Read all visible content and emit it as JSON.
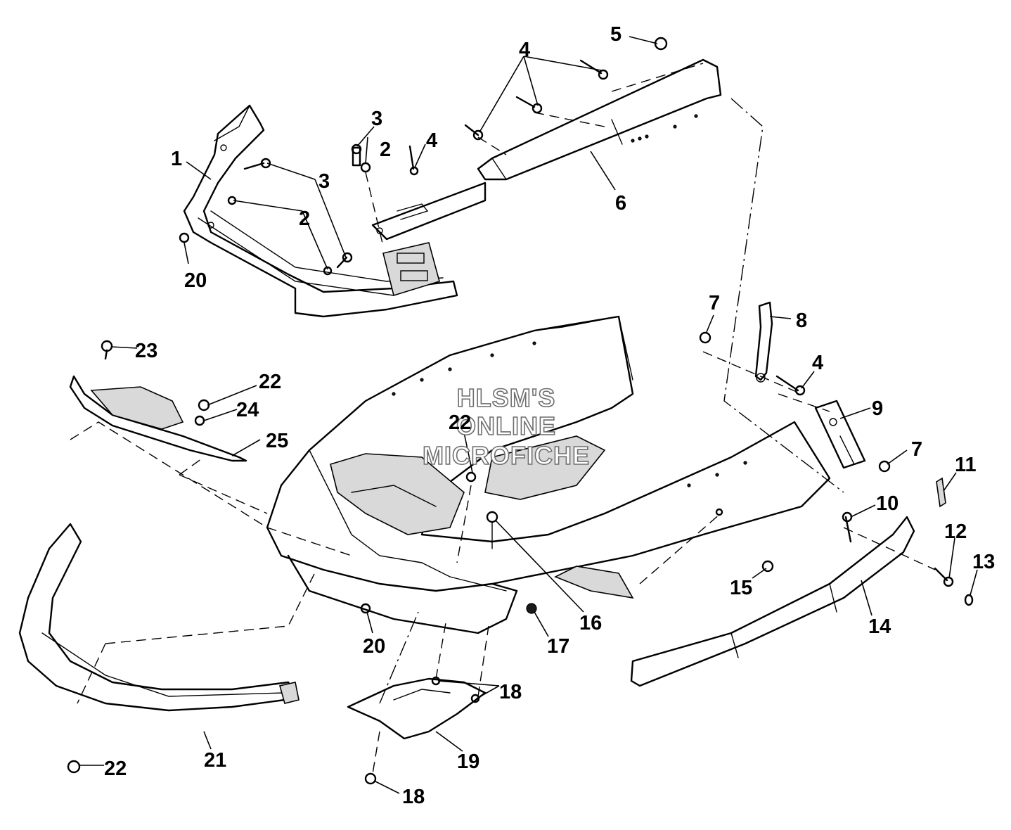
{
  "watermark": {
    "line1": "HLSM'S",
    "line2": "ONLINE",
    "line3": "MICROFICHE"
  },
  "callouts": [
    {
      "id": "c1",
      "label": "1"
    },
    {
      "id": "c2a",
      "label": "2"
    },
    {
      "id": "c2b",
      "label": "2"
    },
    {
      "id": "c3a",
      "label": "3"
    },
    {
      "id": "c3b",
      "label": "3"
    },
    {
      "id": "c4a",
      "label": "4"
    },
    {
      "id": "c4b",
      "label": "4"
    },
    {
      "id": "c4c",
      "label": "4"
    },
    {
      "id": "c5",
      "label": "5"
    },
    {
      "id": "c6",
      "label": "6"
    },
    {
      "id": "c7a",
      "label": "7"
    },
    {
      "id": "c7b",
      "label": "7"
    },
    {
      "id": "c8",
      "label": "8"
    },
    {
      "id": "c9",
      "label": "9"
    },
    {
      "id": "c10",
      "label": "10"
    },
    {
      "id": "c11",
      "label": "11"
    },
    {
      "id": "c12",
      "label": "12"
    },
    {
      "id": "c13",
      "label": "13"
    },
    {
      "id": "c14",
      "label": "14"
    },
    {
      "id": "c15",
      "label": "15"
    },
    {
      "id": "c16",
      "label": "16"
    },
    {
      "id": "c17",
      "label": "17"
    },
    {
      "id": "c18a",
      "label": "18"
    },
    {
      "id": "c18b",
      "label": "18"
    },
    {
      "id": "c19",
      "label": "19"
    },
    {
      "id": "c20a",
      "label": "20"
    },
    {
      "id": "c20b",
      "label": "20"
    },
    {
      "id": "c21",
      "label": "21"
    },
    {
      "id": "c22a",
      "label": "22"
    },
    {
      "id": "c22b",
      "label": "22"
    },
    {
      "id": "c22c",
      "label": "22"
    },
    {
      "id": "c23",
      "label": "23"
    },
    {
      "id": "c24",
      "label": "24"
    },
    {
      "id": "c25",
      "label": "25"
    }
  ]
}
